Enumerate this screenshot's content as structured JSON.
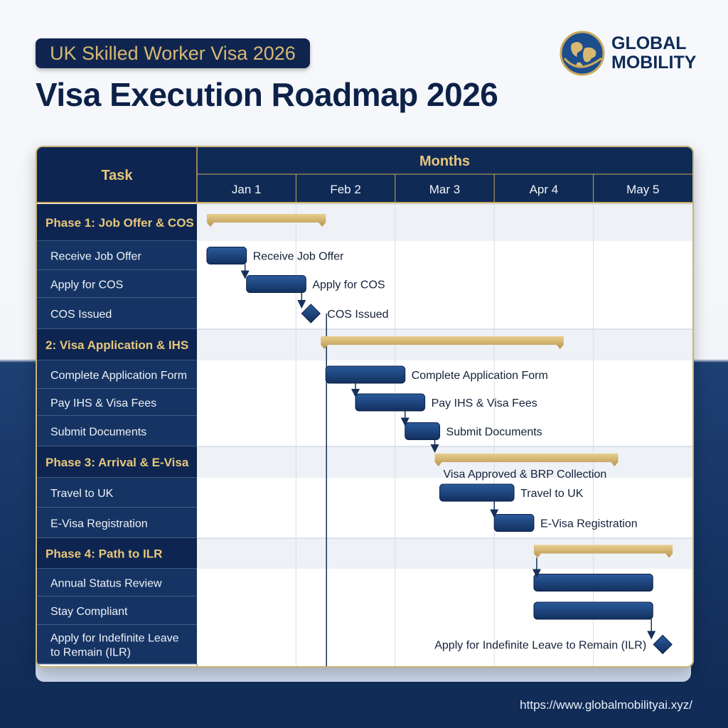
{
  "header": {
    "badge": "UK Skilled Worker Visa 2026",
    "title": "Visa Execution Roadmap 2026"
  },
  "logo": {
    "line1": "GLOBAL",
    "line2": "MOBILITY",
    "icon": "globe-icon"
  },
  "footer": {
    "url": "https://www.globalmobilityai.xyz/"
  },
  "colors": {
    "navy": "#0f2550",
    "gold": "#c9a85c",
    "gold_text": "#e7c77b",
    "bar": "#1f4a86",
    "header_bg": "#0f2a55",
    "row_bg": "#163463"
  },
  "chart_data": {
    "type": "gantt",
    "task_header": "Task",
    "months_header": "Months",
    "months": [
      "Jan 1",
      "Feb 2",
      "Mar 3",
      "Apr 4",
      "May 5"
    ],
    "rows": [
      {
        "label": "Phase 1: Job Offer & COS",
        "kind": "phase",
        "start": 0.1,
        "end": 1.3
      },
      {
        "label": "Receive Job Offer",
        "kind": "task",
        "start": 0.1,
        "end": 0.5,
        "bar_label": "Receive Job Offer"
      },
      {
        "label": "Apply for COS",
        "kind": "task",
        "start": 0.5,
        "end": 1.1,
        "bar_label": "Apply for COS"
      },
      {
        "label": "COS Issued",
        "kind": "milestone",
        "start": 1.15,
        "end": 1.15,
        "bar_label": "COS Issued"
      },
      {
        "label": "2:  Visa Application & IHS",
        "kind": "phase",
        "start": 1.25,
        "end": 3.7
      },
      {
        "label": "Complete Application Form",
        "kind": "task",
        "start": 1.3,
        "end": 2.1,
        "bar_label": "Complete Application Form"
      },
      {
        "label": "Pay IHS & Visa Fees",
        "kind": "task",
        "start": 1.6,
        "end": 2.3,
        "bar_label": "Pay IHS & Visa Fees"
      },
      {
        "label": "Submit Documents",
        "kind": "task",
        "start": 2.1,
        "end": 2.45,
        "bar_label": "Submit Documents"
      },
      {
        "label": "Phase 3: Arrival & E-Visa",
        "kind": "phase",
        "start": 2.4,
        "end": 4.25,
        "bar_label": "Visa Approved & BRP Collection"
      },
      {
        "label": "Travel to UK",
        "kind": "task",
        "start": 2.45,
        "end": 3.2,
        "bar_label": "Travel to UK"
      },
      {
        "label": "E-Visa Registration",
        "kind": "task",
        "start": 3.0,
        "end": 3.4,
        "bar_label": "E-Visa Registration"
      },
      {
        "label": "Phase 4: Path to ILR",
        "kind": "phase",
        "start": 3.4,
        "end": 4.8
      },
      {
        "label": "Annual Status Review",
        "kind": "task",
        "start": 3.4,
        "end": 4.6,
        "bar_label": ""
      },
      {
        "label": "Stay Compliant",
        "kind": "task",
        "start": 3.4,
        "end": 4.6,
        "bar_label": ""
      },
      {
        "label": "Apply for Indefinite Leave\nto Remain (ILR)",
        "kind": "milestone",
        "start": 4.7,
        "end": 4.7,
        "bar_label": "Apply for Indefinite Leave to Remain (ILR)"
      }
    ],
    "dependencies": [
      [
        1,
        2
      ],
      [
        2,
        3
      ],
      [
        5,
        6
      ],
      [
        6,
        7
      ],
      [
        7,
        8
      ],
      [
        9,
        10
      ],
      [
        11,
        12
      ],
      [
        13,
        14
      ]
    ],
    "today_marker": 1.3
  }
}
